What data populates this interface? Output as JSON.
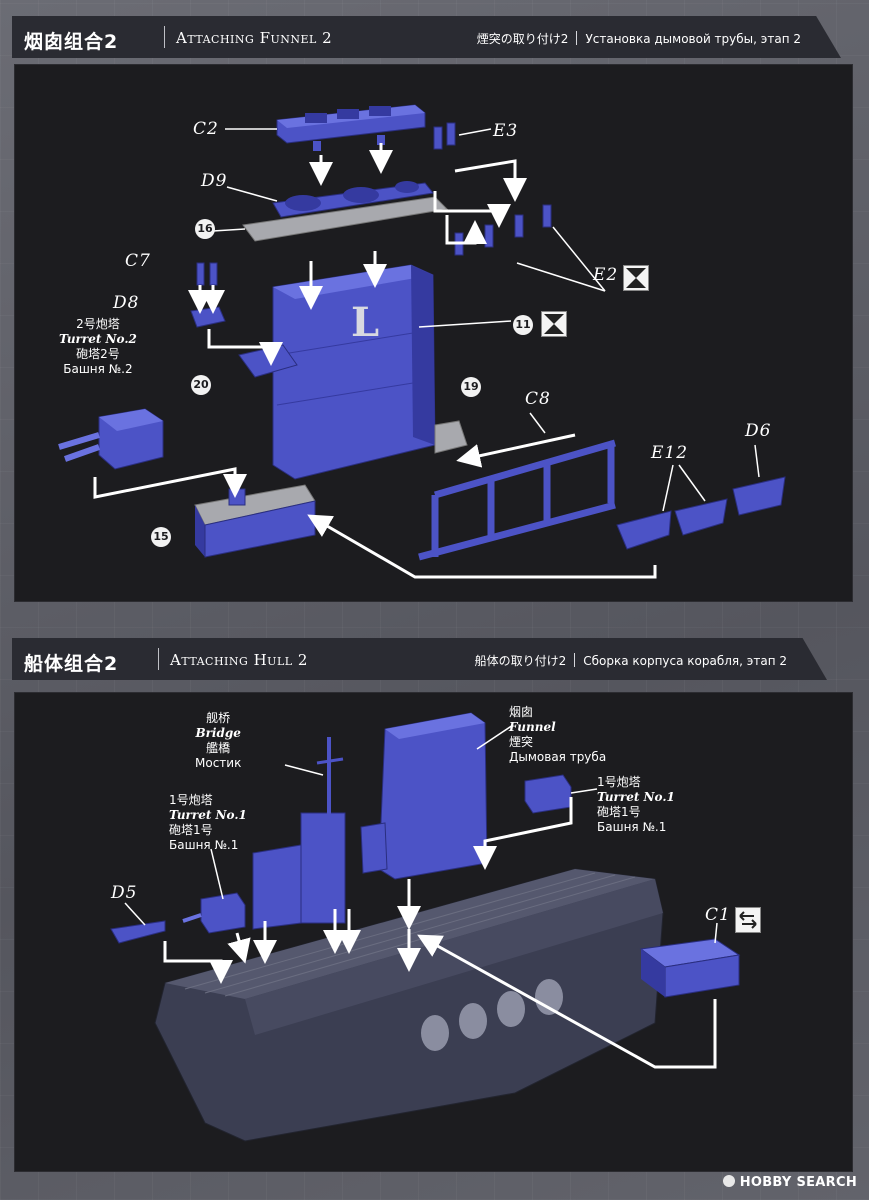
{
  "section1": {
    "title_cn": "烟囱组合2",
    "title_en": "Attaching Funnel 2",
    "subtitle_jp": "煙突の取り付け2",
    "subtitle_ru": "Установка дымовой трубы, этап 2",
    "labels": {
      "c2": "C2",
      "e3": "E3",
      "d9": "D9",
      "c7": "C7",
      "d8": "D8",
      "e2": "E2",
      "c8": "C8",
      "e12": "E12",
      "d6": "D6"
    },
    "funnel_letter": "L",
    "turret2": {
      "cn": "2号炮塔",
      "en": "Turret No.2",
      "jp": "砲塔2号",
      "ru": "Башня №.2"
    },
    "steps": [
      "16",
      "11",
      "20",
      "19",
      "15"
    ]
  },
  "section2": {
    "title_cn": "船体组合2",
    "title_en": "Attaching Hull 2",
    "subtitle_jp": "船体の取り付け2",
    "subtitle_ru": "Сборка корпуса корабля, этап 2",
    "bridge": {
      "cn": "舰桥",
      "en": "Bridge",
      "jp": "艦橋",
      "ru": "Мостик"
    },
    "funnel": {
      "cn": "烟囱",
      "en": "Funnel",
      "jp": "煙突",
      "ru": "Дымовая труба"
    },
    "turret1_right": {
      "cn": "1号炮塔",
      "en": "Turret No.1",
      "jp": "砲塔1号",
      "ru": "Башня №.1"
    },
    "turret1_left": {
      "cn": "1号炮塔",
      "en": "Turret No.1",
      "jp": "砲塔1号",
      "ru": "Башня №.1"
    },
    "labels": {
      "d5": "D5",
      "c1": "C1"
    }
  },
  "footer": {
    "logo": "HOBBY SEARCH"
  },
  "colors": {
    "part_blue": "#4c53c6",
    "part_blue_light": "#6a72e0",
    "part_blue_dark": "#353aa0",
    "hull_gray": "#3b3e52",
    "plate_gray": "#a8a9ae",
    "arrow": "#ffffff"
  }
}
